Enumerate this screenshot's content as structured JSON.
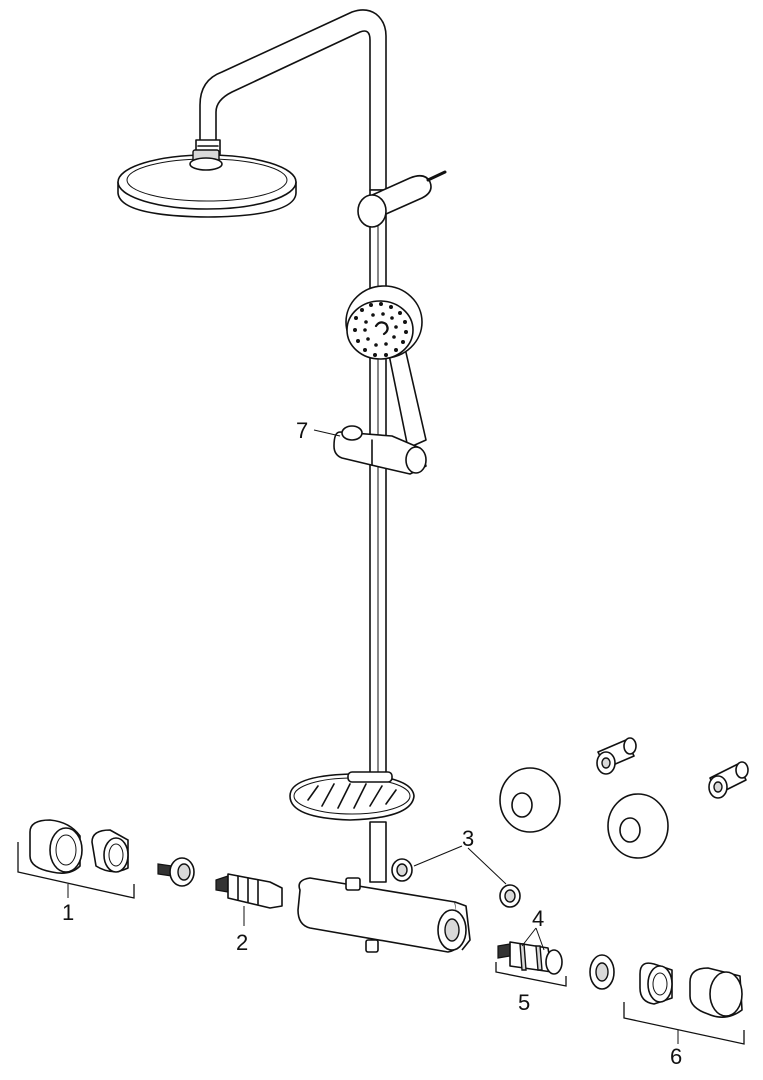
{
  "callouts": {
    "part_1": "1",
    "part_2": "2",
    "part_3": "3",
    "part_4": "4",
    "part_5": "5",
    "part_6": "6",
    "part_7": "7"
  }
}
